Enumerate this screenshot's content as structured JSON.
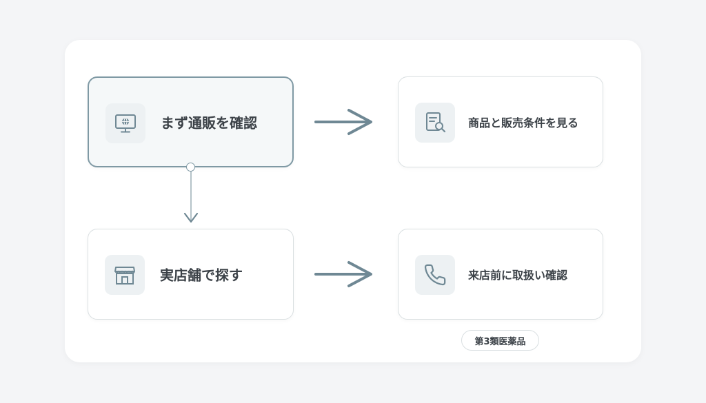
{
  "nodes": {
    "online_check": {
      "label": "まず通販を確認",
      "icon": "monitor-globe-icon"
    },
    "product_terms": {
      "label": "商品と販売条件を見る",
      "icon": "document-search-icon"
    },
    "store_search": {
      "label": "実店舗で探す",
      "icon": "storefront-icon"
    },
    "call_before_visit": {
      "label": "来店前に取扱い確認",
      "icon": "phone-icon"
    }
  },
  "badge": {
    "label": "第3類医薬品"
  },
  "colors": {
    "accent": "#6f8894",
    "primary_border": "#7f99a4",
    "icon_bg": "#edf1f3",
    "text": "#3b4147",
    "border": "#d9dfe1",
    "background": "#f4f5f7"
  }
}
